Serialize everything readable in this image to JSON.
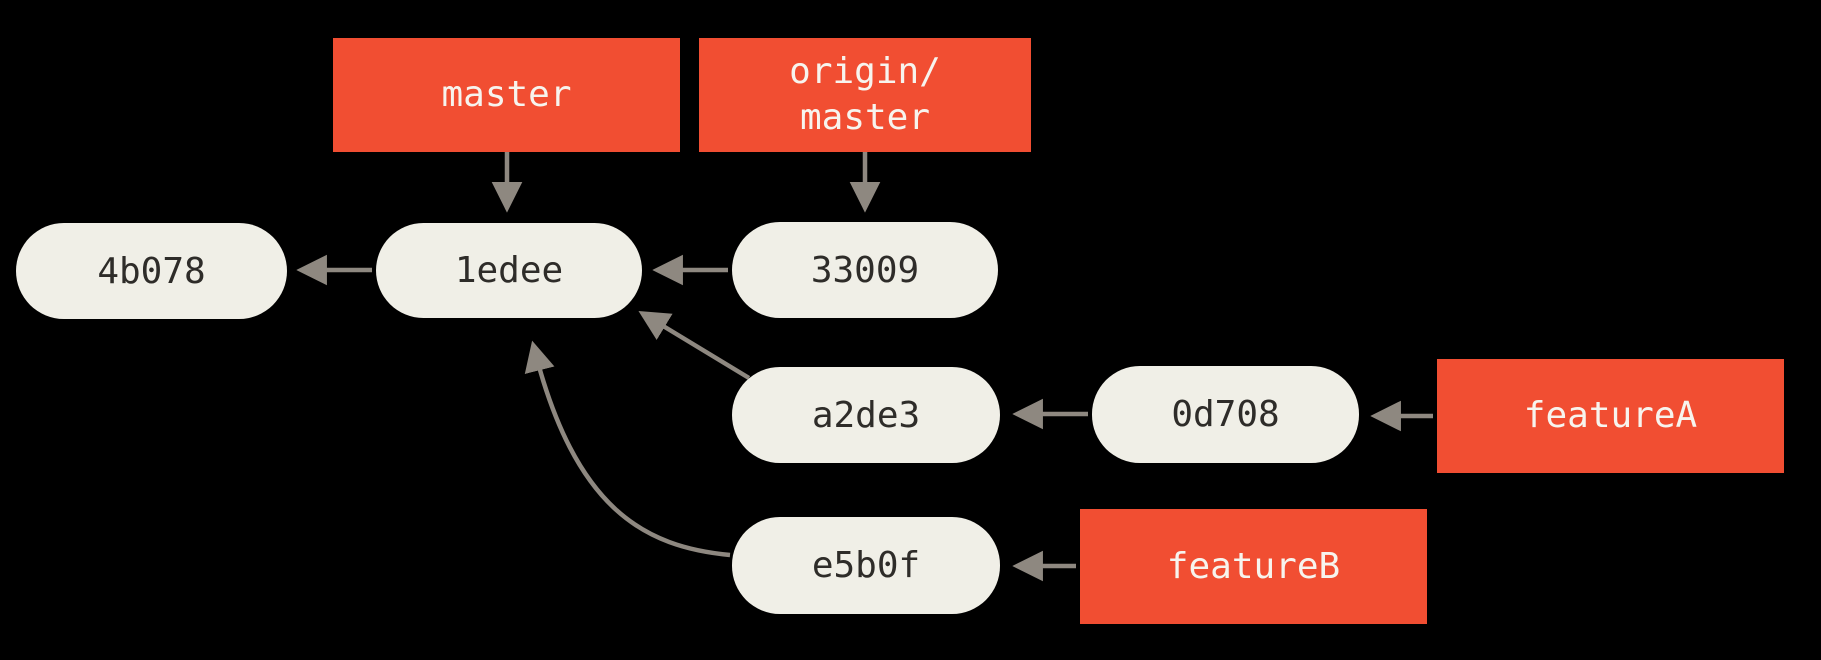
{
  "diagram_title": "git-commit-history-divergent-branches",
  "colors": {
    "background": "#000000",
    "branch_box": "#f14e32",
    "branch_text": "#f7f4ee",
    "commit_pill": "#f0efe7",
    "commit_text": "#2e2c29",
    "arrow": "#8e8880"
  },
  "branch_labels": {
    "master": "master",
    "origin_master_line1": "origin/",
    "origin_master_line2": "master",
    "feature_a": "featureA",
    "feature_b": "featureB"
  },
  "commits": {
    "c4b078": "4b078",
    "c1edee": "1edee",
    "c33009": "33009",
    "ca2de3": "a2de3",
    "c0d708": "0d708",
    "ce5b0f": "e5b0f"
  },
  "edges": [
    {
      "from": "master",
      "to": "1edee",
      "kind": "ref-pointer"
    },
    {
      "from": "origin/master",
      "to": "33009",
      "kind": "ref-pointer"
    },
    {
      "from": "1edee",
      "to": "4b078",
      "kind": "parent"
    },
    {
      "from": "33009",
      "to": "1edee",
      "kind": "parent"
    },
    {
      "from": "a2de3",
      "to": "1edee",
      "kind": "parent"
    },
    {
      "from": "0d708",
      "to": "a2de3",
      "kind": "parent"
    },
    {
      "from": "featureA",
      "to": "0d708",
      "kind": "ref-pointer"
    },
    {
      "from": "e5b0f",
      "to": "1edee",
      "kind": "parent"
    },
    {
      "from": "featureB",
      "to": "e5b0f",
      "kind": "ref-pointer"
    }
  ]
}
